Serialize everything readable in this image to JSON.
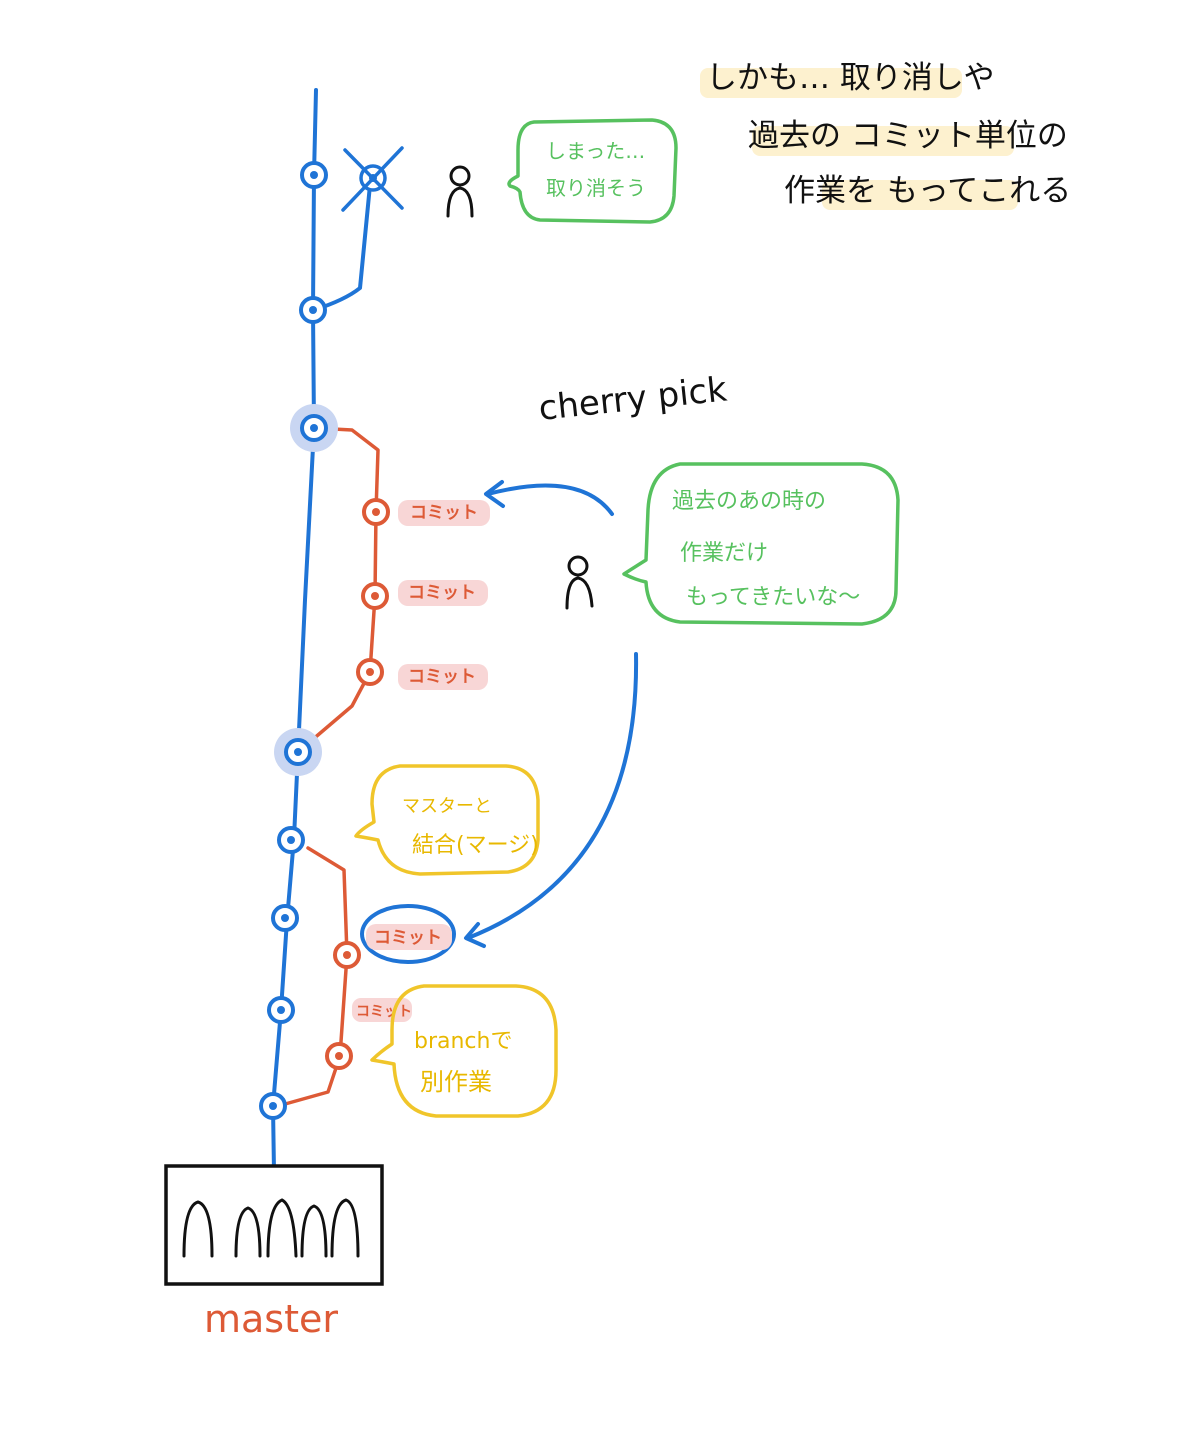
{
  "colors": {
    "master_line": "#1f74d6",
    "branch_line": "#dd5a36",
    "green_text": "#57c15f",
    "yellow_text": "#e8b800",
    "dark_text": "#111111",
    "commit_tag_bg": "#f8d6d6",
    "highlight_bg": "#fdf1cf",
    "node_halo": "#c9d6f2"
  },
  "header_note": {
    "line1": "しかも… 取り消しや",
    "line2": "過去の コミット単位の",
    "line3": "作業を もってこれる"
  },
  "cherry_pick_label": "cherry pick",
  "bubble_undo": {
    "line1": "しまった…",
    "line2": "取り消そう"
  },
  "bubble_cherry": {
    "line1": "過去のあの時の",
    "line2": "作業だけ",
    "line3": "もってきたいな〜"
  },
  "bubble_merge": {
    "line1": "マスターと",
    "line2": "結合(マージ)"
  },
  "bubble_branch": {
    "line1": "branchで",
    "line2": "別作業"
  },
  "commit_labels": [
    "コミット",
    "コミット",
    "コミット",
    "コミット",
    "コミット"
  ],
  "master_label": "master",
  "icons": [
    "person-icon",
    "person-icon",
    "group-of-people-icon",
    "cancelled-commit-x-icon"
  ]
}
